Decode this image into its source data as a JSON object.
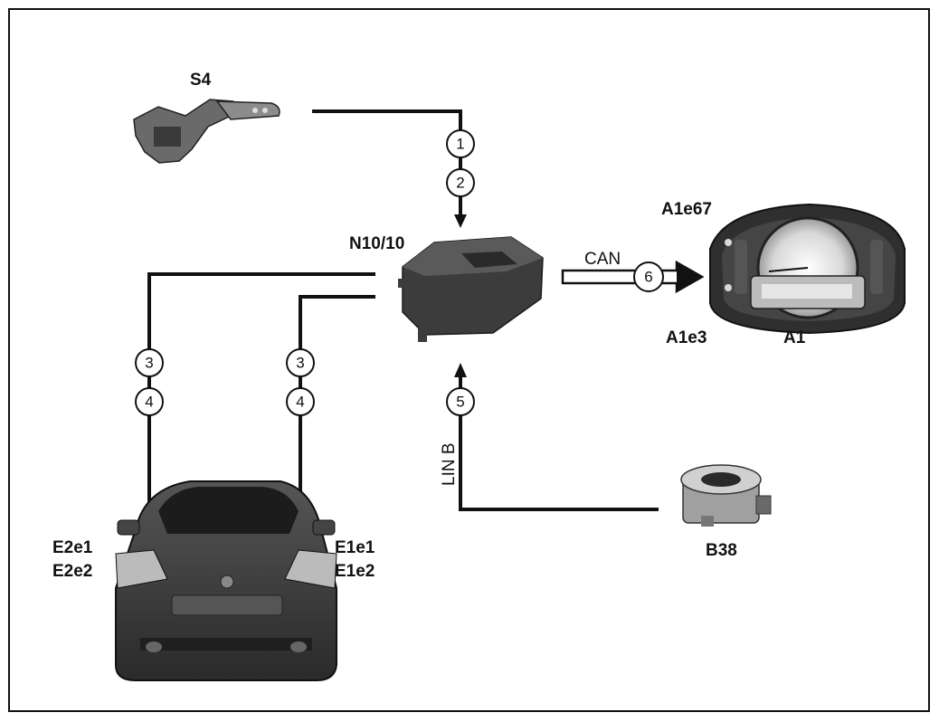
{
  "components": {
    "s4": "S4",
    "n10": "N10/10",
    "a1e67": "A1e67",
    "a1e3": "A1e3",
    "a1": "A1",
    "b38": "B38",
    "e2e1": "E2e1",
    "e2e2": "E2e2",
    "e1e1": "E1e1",
    "e1e2": "E1e2"
  },
  "bus": {
    "can": "CAN",
    "lin": "LIN B"
  },
  "markers": {
    "m1": "1",
    "m2": "2",
    "m3a": "3",
    "m4a": "4",
    "m3b": "3",
    "m4b": "4",
    "m5": "5",
    "m6": "6"
  },
  "colors": {
    "line": "#111111",
    "device": "#3a3a3a",
    "device_light": "#8a8a8a"
  }
}
